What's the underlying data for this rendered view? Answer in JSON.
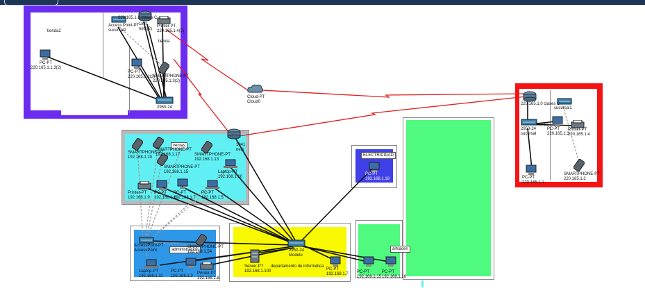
{
  "colors": {
    "top_bar": "#1f3556",
    "purple_zone": "#6a2cf0",
    "red_zone": "#f41414",
    "cyan_zone": "#60f0f4",
    "blue_zone": "#2e97e8",
    "yellow_zone": "#f8f800",
    "indigo_zone": "#4040e8",
    "green_zone": "#50fa7e",
    "wan_link": "#e02020",
    "lan_link": "#111111"
  },
  "labels": {
    "purple_network": "220.165.1.0 clases C",
    "purple_tienda2": "tienda2",
    "purple_pc": "PC-PT\n220.165.1.1.3(2)",
    "purple_access": "Access Point-PT\nsucursal2",
    "purple_router": "1841\nnet2(2)",
    "purple_printer": "Printer-PT\n220.165.1.4(2)",
    "purple_tienda": "tienda",
    "purple_pc2": "PC-PT\n220.165.1.2(2)",
    "purple_phone": "SMARTPHONE-PT\n220.165.1.3(2)",
    "purple_switch": "2950-24",
    "cloud": "Cloud-PT\nCloud0",
    "red_network": "220.165.1.0 clases C",
    "red_sucursal1": "sucursal1",
    "red_switch": "2950-24\nsucursal",
    "red_tienda": "tienda",
    "red_pc": "PC-PT\n220.165.1.3",
    "red_printer": "Printer-PT\n220.165.1.4",
    "red_pc2": "PC-PT\n220.165.1.1",
    "red_phone": "SMARTPHONE-PT\n220.165.1.2",
    "ventas_tag": "ventas",
    "ventas_phone1": "SMARTPHONE-PT\n192.168.1.20",
    "ventas_phone2": "SMARTPHONE-PT\n192.168.1.17",
    "ventas_phone3": "SMARTPHONE-PT\n192.168.1.13",
    "ventas_phone4": "SMARTPHONE-PT\n192.168.1.15",
    "ventas_router": "1841\nnet1",
    "ventas_printer": "Printer-PT\n192.168.1.9",
    "ventas_pc1": "PC-PT\n192.168.1.6",
    "ventas_pc2": "PC-PT\n192.168.1.7",
    "ventas_pc3": "PC-PT\n192.168.1.5",
    "ventas_laptop": "Laptop-PT\n192.168.1.10",
    "admin_tag": "administracion",
    "admin_access": "AccessPoint-PT\nAccessPoint",
    "admin_phone": "SMARTPHONE-PT\n192.168.1.54",
    "admin_laptop": "Laptop-PT\n192.168.1.11",
    "admin_pc": "PC-PT\n192.168.1.3",
    "admin_printer": "Printer-PT\n192.168.1.8",
    "core_switch": "2950-24\nModelo",
    "informatica_tag": "departamento de informática",
    "server": "Server-PT\n192.168.1.100",
    "info_pc": "PC-PT\n192.168.1.7",
    "elec_tag": "ELECTRICIDAD",
    "elec_pc": "PC-PT\n192.168.1.18",
    "almacen_tag": "almacen",
    "almacen_pc1": "PC-PT\n192.168.1.15",
    "almacen_pc2": "PC-PT\n192.168.1.16"
  }
}
